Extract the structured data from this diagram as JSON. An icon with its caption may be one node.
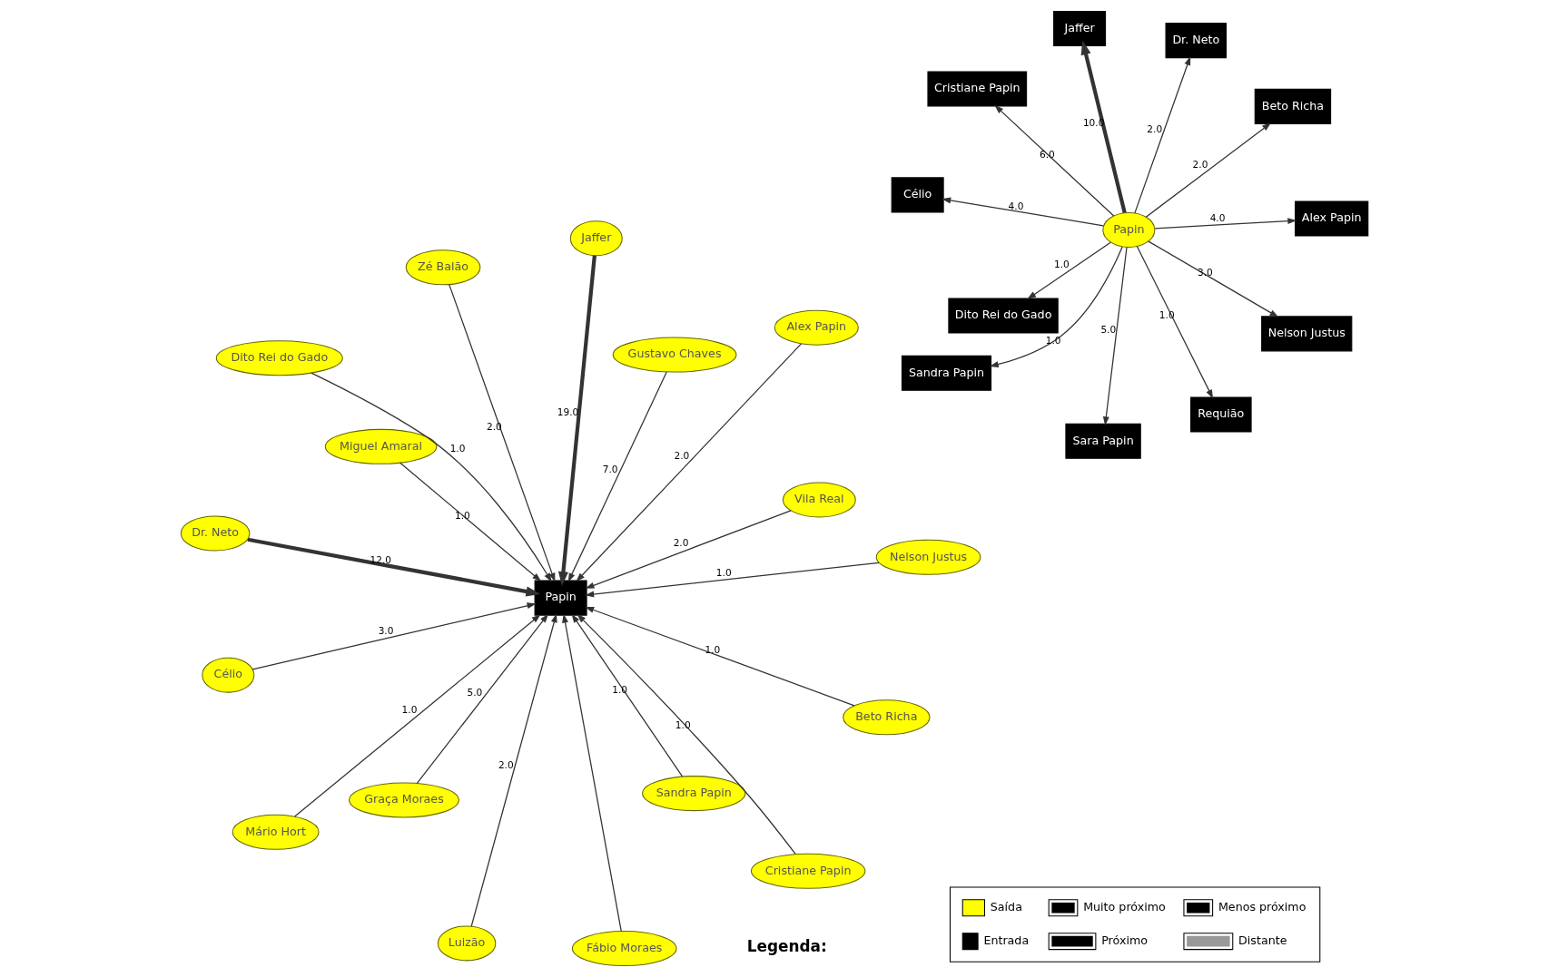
{
  "diagram": {
    "nodes": [
      {
        "text": [
          "Célio"
        ]
      },
      {
        "text": [
          "Vila Real"
        ]
      },
      {
        "text": [
          "Célio"
        ]
      },
      {
        "text": [
          "Luizão"
        ]
      },
      {
        "text": [
          "Zé Balão"
        ]
      },
      {
        "text": [
          "Gustavo Chaves"
        ]
      },
      {
        "text": [
          "Miguel Amaral"
        ]
      },
      {
        "text": [
          "Mário Hort"
        ]
      },
      {
        "text": [
          "Beto Richa"
        ]
      },
      {
        "text": [
          "Graça Moraes"
        ]
      },
      {
        "text": [
          "Fábio Moraes"
        ]
      },
      {
        "text": [
          "Papin"
        ]
      },
      {
        "text": [
          "Dr. Neto"
        ]
      },
      {
        "text": [
          "Beto Richa"
        ]
      },
      {
        "text": [
          "Sara Papin"
        ]
      },
      {
        "text": [
          "Jaffer"
        ]
      },
      {
        "text": [
          "Nelson Justus"
        ]
      },
      {
        "text": [
          "Papin"
        ]
      },
      {
        "text": [
          "Alex Papin"
        ]
      },
      {
        "text": [
          "Dr. Neto"
        ]
      },
      {
        "text": [
          "Jaffer"
        ]
      },
      {
        "text": [
          "Sandra Papin"
        ]
      },
      {
        "text": [
          "Alex Papin"
        ]
      },
      {
        "text": [
          "Dito Rei do Gado"
        ]
      },
      {
        "text": [
          "Nelson Justus"
        ]
      },
      {
        "text": [
          "Sandra Papin"
        ]
      },
      {
        "text": [
          "Cristiane Papin"
        ]
      },
      {
        "text": [
          "Requião"
        ]
      },
      {
        "text": [
          "Dito Rei do Gado"
        ]
      },
      {
        "text": [
          "Cristiane Papin"
        ]
      }
    ],
    "edges": [
      {
        "from": 0,
        "to": 11,
        "arrow": "to",
        "label": "3.0"
      },
      {
        "from": 4,
        "to": 11,
        "arrow": "to",
        "label": "2.0"
      },
      {
        "from": 6,
        "to": 11,
        "arrow": "to",
        "label": "1.0"
      },
      {
        "from": 8,
        "to": 11,
        "arrow": "to",
        "label": "1.0"
      },
      {
        "from": 5,
        "to": 11,
        "arrow": "to",
        "label": "7.0"
      },
      {
        "from": 9,
        "to": 11,
        "arrow": "to",
        "label": "5.0"
      },
      {
        "from": 1,
        "to": 11,
        "arrow": "to",
        "label": "2.0"
      },
      {
        "from": 3,
        "to": 11,
        "arrow": "to",
        "label": "2.0"
      },
      {
        "from": 7,
        "to": 11,
        "arrow": "to",
        "label": "1.0"
      },
      {
        "from": 10,
        "to": 11,
        "arrow": "to"
      },
      {
        "from": 12,
        "to": 11,
        "arrow": "to",
        "label": "12.0",
        "style": "thick"
      },
      {
        "from": 20,
        "to": 11,
        "arrow": "to",
        "label": "19.0",
        "style": "thick"
      },
      {
        "from": 25,
        "to": 11,
        "arrow": "to",
        "label": "1.0"
      },
      {
        "from": 26,
        "to": 11,
        "arrow": "to",
        "label": "1.0"
      },
      {
        "from": 28,
        "to": 11,
        "arrow": "to",
        "label": "1.0"
      },
      {
        "from": 16,
        "to": 11,
        "arrow": "to",
        "label": "1.0"
      },
      {
        "from": 18,
        "to": 11,
        "arrow": "to",
        "label": "2.0"
      },
      {
        "from": 17,
        "to": 2,
        "arrow": "to",
        "label": "4.0"
      },
      {
        "from": 17,
        "to": 13,
        "arrow": "to",
        "label": "2.0"
      },
      {
        "from": 17,
        "to": 14,
        "arrow": "to",
        "label": "5.0"
      },
      {
        "from": 17,
        "to": 15,
        "arrow": "to",
        "label": "10.0",
        "style": "thick"
      },
      {
        "from": 17,
        "to": 19,
        "arrow": "to",
        "label": "2.0"
      },
      {
        "from": 17,
        "to": 22,
        "arrow": "to",
        "label": "4.0"
      },
      {
        "from": 17,
        "to": 24,
        "arrow": "to",
        "label": "3.0"
      },
      {
        "from": 17,
        "to": 29,
        "arrow": "to",
        "label": "6.0"
      },
      {
        "from": 17,
        "to": 23,
        "arrow": "to",
        "label": "1.0"
      },
      {
        "from": 17,
        "to": 21,
        "arrow": "to",
        "label": "1.0"
      },
      {
        "from": 17,
        "to": 27,
        "arrow": "to",
        "label": "1.0"
      }
    ],
    "labels": [
      "Legenda:"
    ],
    "legend": [
      {
        "text": "Saída"
      },
      {
        "text": "Entrada"
      },
      {
        "text": "Muito próximo"
      },
      {
        "text": "Próximo"
      },
      {
        "text": "Menos próximo"
      },
      {
        "text": "Distante"
      }
    ]
  }
}
